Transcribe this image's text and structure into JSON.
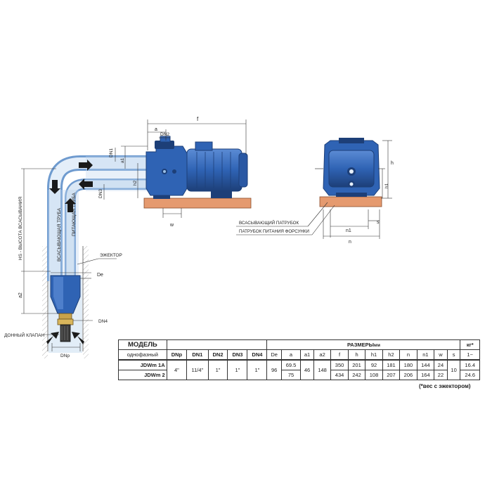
{
  "labels": {
    "hs": "HS - ВЫСОТА ВСАСЫВАНИЯ",
    "suction_pipe": "ВСАСЫВАЮЩАЯ ТРУБА",
    "feed_pipe": "ПИТАЮЩАЯ ТРУБА",
    "ejector": "ЭЖЕКТОР",
    "foot_valve": "ДОННЫЙ КЛАПАН",
    "suction_port": "ВСАСЫВАЮЩИЙ ПАТРУБОК",
    "nozzle_port": "ПАТРУБОК ПИТАНИЯ ФОРСУНКИ",
    "dims": {
      "f": "f",
      "a": "a",
      "dn2": "DN2",
      "dn1": "DN1",
      "a1": "a1",
      "h2": "h2",
      "dn3": "DN3",
      "w": "w",
      "de": "De",
      "a2": "a2",
      "dn4": "DN4",
      "dnp": "DNp",
      "h": "h",
      "h1": "h1",
      "n1": "n1",
      "n": "n",
      "s": "s"
    }
  },
  "table": {
    "model_title": "МОДЕЛЬ",
    "model_sub": "однофазный",
    "dims_title": "РАЗМЕРЫ",
    "dims_unit": "мм",
    "weight_title": "кг*",
    "weight_sub": "1~",
    "cols": [
      "DNp",
      "DN1",
      "DN2",
      "DN3",
      "DN4",
      "De",
      "a",
      "a1",
      "a2",
      "f",
      "h",
      "h1",
      "h2",
      "n",
      "n1",
      "w",
      "s"
    ],
    "shared": {
      "dnp": "4\"",
      "dn1": "11/4\"",
      "dn2": "1\"",
      "dn3": "1\"",
      "dn4": "1\"",
      "de": "96",
      "a1": "46",
      "a2": "148",
      "s": "10"
    },
    "rows": [
      {
        "model": "JDWm 1A",
        "a": "69.5",
        "f": "350",
        "h": "201",
        "h1": "92",
        "h2": "181",
        "n": "180",
        "n1": "144",
        "w": "24",
        "kg": "16.4"
      },
      {
        "model": "JDWm 2",
        "a": "75",
        "f": "434",
        "h": "242",
        "h1": "108",
        "h2": "207",
        "n": "206",
        "n1": "164",
        "w": "22",
        "kg": "24.6"
      }
    ],
    "note": "(*вес с эжектором)"
  },
  "colors": {
    "pump_blue": "#2f63b4",
    "pump_dark": "#1f447f",
    "water": "#cfe2f3",
    "ground": "#e59a6f",
    "line": "#333333"
  }
}
